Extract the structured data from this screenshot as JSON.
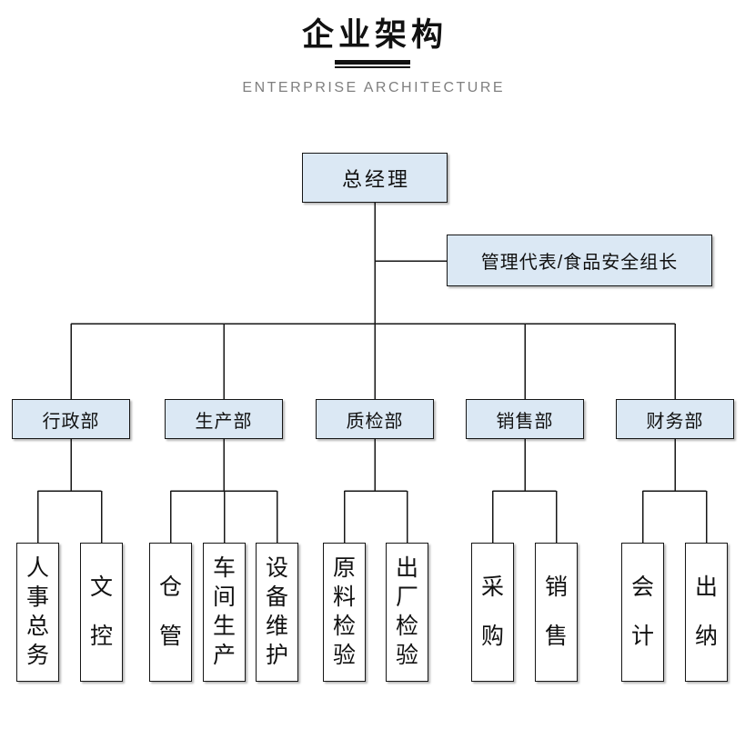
{
  "header": {
    "title": "企业架构",
    "subtitle": "ENTERPRISE ARCHITECTURE"
  },
  "chart": {
    "root": {
      "label": "总经理"
    },
    "staff": {
      "label": "管理代表/食品安全组长"
    },
    "departments": [
      {
        "label": "行政部",
        "children": [
          "人事总务",
          "文控"
        ]
      },
      {
        "label": "生产部",
        "children": [
          "仓管",
          "车间生产",
          "设备维护"
        ]
      },
      {
        "label": "质检部",
        "children": [
          "原料检验",
          "出厂检验"
        ]
      },
      {
        "label": "销售部",
        "children": [
          "采购",
          "销售"
        ]
      },
      {
        "label": "财务部",
        "children": [
          "会计",
          "出纳"
        ]
      }
    ]
  },
  "colors": {
    "box_fill": "#dbe8f4",
    "leaf_fill": "#ffffff",
    "box_border": "#161616",
    "line": "#161616",
    "title": "#111111",
    "subtitle": "#7f7f7f"
  }
}
